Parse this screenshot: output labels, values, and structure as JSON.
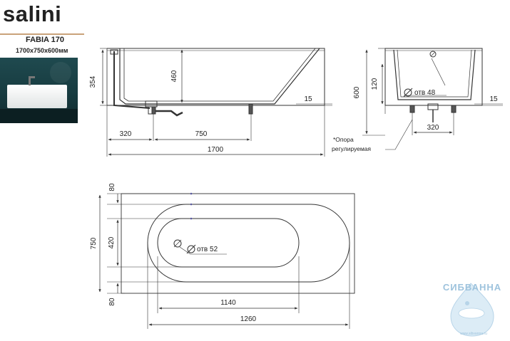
{
  "header": {
    "brand": "salini",
    "model": "FABIA 170",
    "dimensions": "1700x750x600мм"
  },
  "photo": {
    "icon": "bathtub-photo"
  },
  "side_view": {
    "dim_height_rim": "354",
    "dim_depth": "460",
    "dim_drain_offset": "320",
    "dim_foot_span": "750",
    "dim_total_length": "1700",
    "dim_leg": "15"
  },
  "end_view": {
    "dim_height": "600",
    "dim_overflow": "120",
    "dim_foot_span": "320",
    "dim_leg": "15",
    "hole_label": "отв 48",
    "note_line1": "*Опора",
    "note_line2": "регулируемая"
  },
  "top_view": {
    "dim_margin_top": "80",
    "dim_inner_width": "420",
    "dim_margin_bottom": "80",
    "dim_total_width": "750",
    "dim_inner_length": "1140",
    "dim_outer_length": "1260",
    "hole_label": "отв 52"
  },
  "watermark": {
    "text": "СИБВАННА",
    "url": "www.sibvanna.ru"
  },
  "colors": {
    "line": "#333333",
    "accent_rule": "#c9a27a",
    "watermark": "#9ec3dd"
  }
}
